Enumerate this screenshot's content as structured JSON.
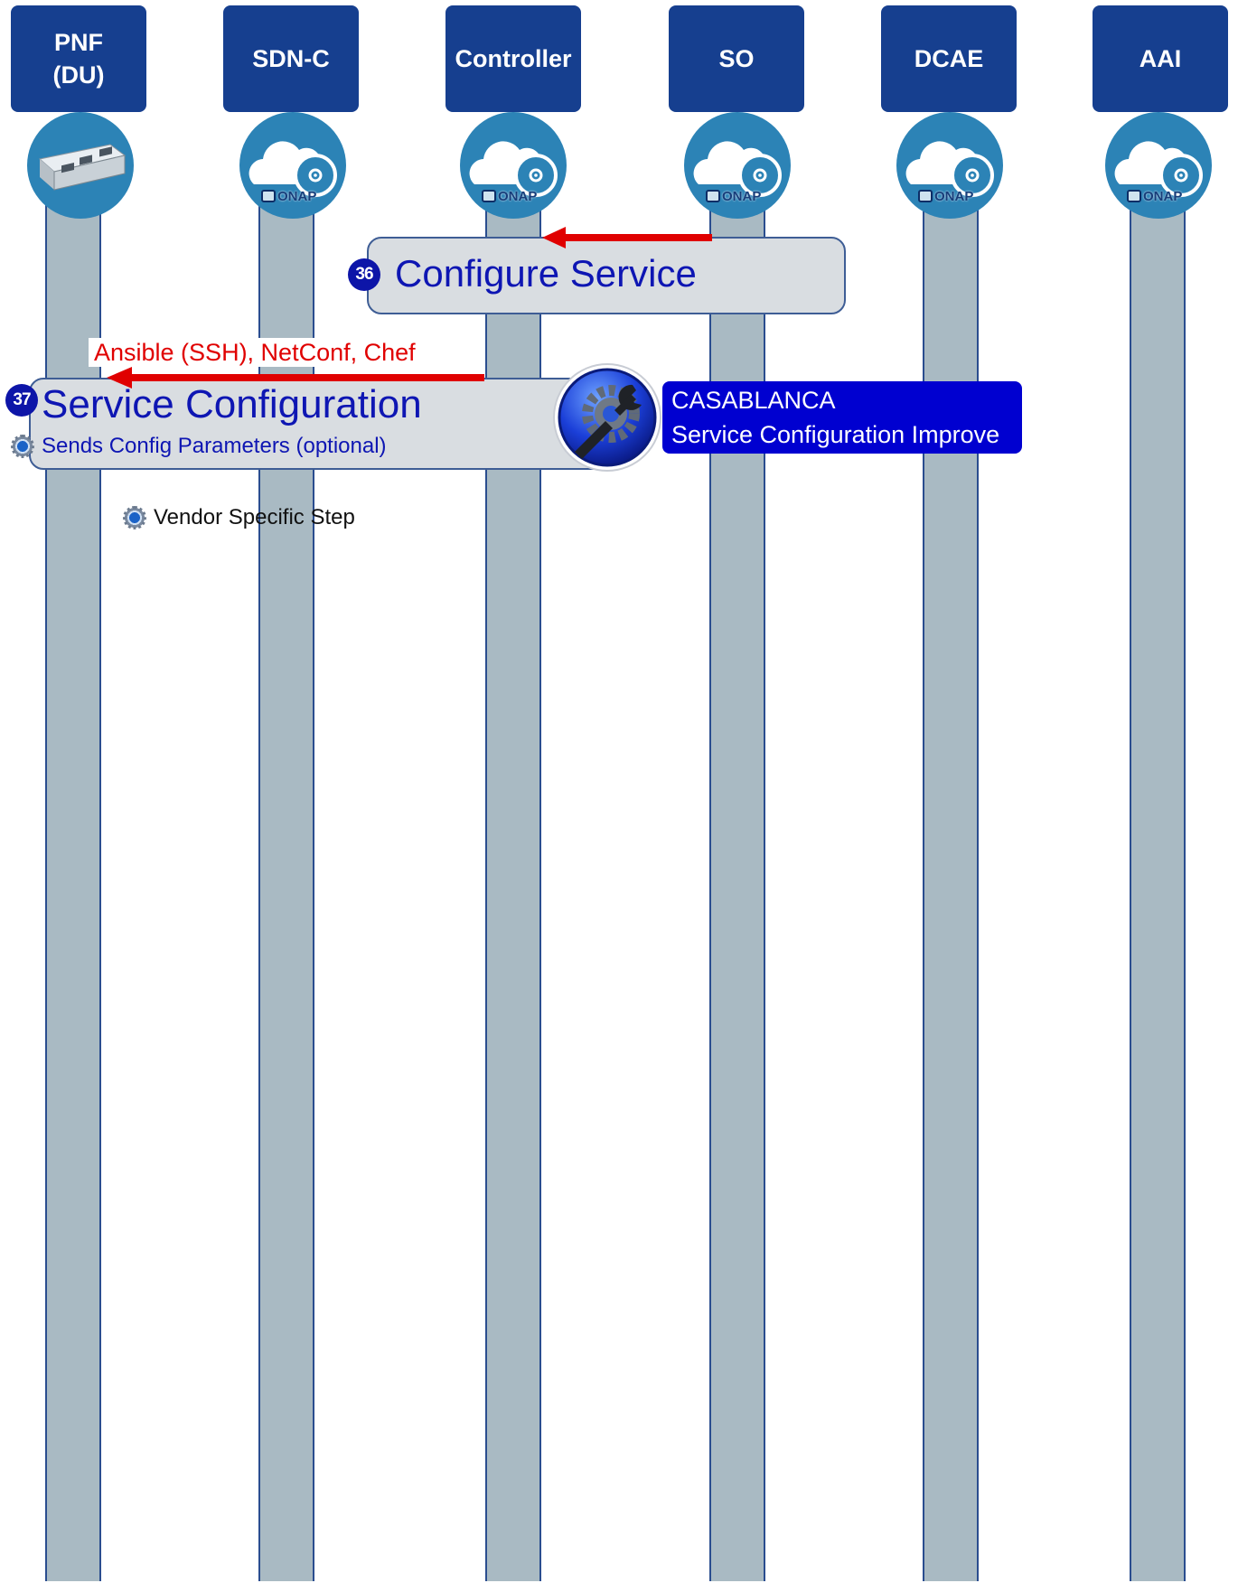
{
  "lanes": [
    {
      "id": "pnf",
      "label": "PNF\n(DU)",
      "icon": "server-hardware-icon"
    },
    {
      "id": "sdnc",
      "label": "SDN-C",
      "icon": "onap-cloud-icon"
    },
    {
      "id": "controller",
      "label": "Controller",
      "icon": "onap-cloud-icon"
    },
    {
      "id": "so",
      "label": "SO",
      "icon": "onap-cloud-icon"
    },
    {
      "id": "dcae",
      "label": "DCAE",
      "icon": "onap-cloud-icon"
    },
    {
      "id": "aai",
      "label": "AAI",
      "icon": "onap-cloud-icon"
    }
  ],
  "onap_label": "ONAP",
  "step36": {
    "number": "36",
    "title": "Configure Service"
  },
  "step37": {
    "number": "37",
    "title": "Service Configuration",
    "detail": "Sends Config Parameters (optional)",
    "arrow_label": "Ansible (SSH), NetConf, Chef"
  },
  "legend": {
    "vendor_step": "Vendor Specific Step"
  },
  "release_badge": {
    "line1": "CASABLANCA",
    "line2": "Service Configuration Improve"
  },
  "colors": {
    "header_bg": "#163f8f",
    "lane_bar": "#a9bac3",
    "arrow": "#e00000",
    "step_text": "#0e16b3",
    "badge_bg": "#0000d0"
  }
}
